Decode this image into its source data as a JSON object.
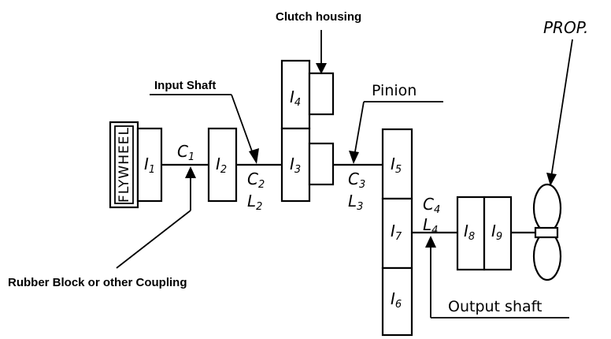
{
  "labels": {
    "flywheel": "FLYWHEEL",
    "clutch_housing": "Clutch housing",
    "input_shaft": "Input Shaft",
    "pinion": "Pinion",
    "rubber_block": "Rubber Block or other Coupling",
    "output_shaft": "Output shaft",
    "prop": "PROP."
  },
  "inertias": {
    "i1": {
      "letter": "I",
      "sub": "1"
    },
    "i2": {
      "letter": "I",
      "sub": "2"
    },
    "i3": {
      "letter": "I",
      "sub": "3"
    },
    "i4": {
      "letter": "I",
      "sub": "4"
    },
    "i5": {
      "letter": "I",
      "sub": "5"
    },
    "i6": {
      "letter": "I",
      "sub": "6"
    },
    "i7": {
      "letter": "I",
      "sub": "7"
    },
    "i8": {
      "letter": "I",
      "sub": "8"
    },
    "i9": {
      "letter": "I",
      "sub": "9"
    }
  },
  "stiffness": {
    "c1": {
      "letter": "C",
      "sub": "1"
    },
    "c2": {
      "letter": "C",
      "sub": "2"
    },
    "c3": {
      "letter": "C",
      "sub": "3"
    },
    "c4": {
      "letter": "C",
      "sub": "4"
    }
  },
  "lengths": {
    "l2": {
      "letter": "L",
      "sub": "2"
    },
    "l3": {
      "letter": "L",
      "sub": "3"
    },
    "l4": {
      "letter": "L",
      "sub": "4"
    }
  }
}
